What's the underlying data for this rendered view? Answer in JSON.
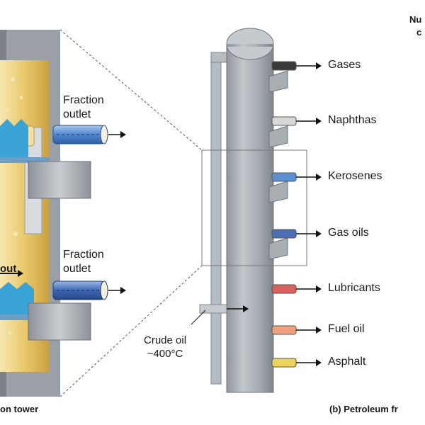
{
  "left_panel": {
    "outlet_label_1": [
      "Fraction",
      "outlet"
    ],
    "outlet_label_2": [
      "Fraction",
      "outlet"
    ],
    "inner_cut_label": "out",
    "caption": "on tower"
  },
  "right_panel": {
    "fractions": [
      "Gases",
      "Naphthas",
      "Kerosenes",
      "Gas oils",
      "Lubricants",
      "Fuel oil",
      "Asphalt"
    ],
    "fraction_colors": [
      "#3a3a3a",
      "#d8d8d8",
      "#5b8fd0",
      "#4a6fb5",
      "#d9605a",
      "#f0a07a",
      "#ecd45a"
    ],
    "feed_label": [
      "Crude oil",
      "~400°C"
    ],
    "caption": "(b) Petroleum fr"
  },
  "edge_text": {
    "line1": "Nu",
    "line2": "c"
  },
  "colors": {
    "column": "#a7adb3",
    "column_dark": "#858b92",
    "gold": "#e6c866",
    "inner_blue": "#3aa3d6"
  }
}
